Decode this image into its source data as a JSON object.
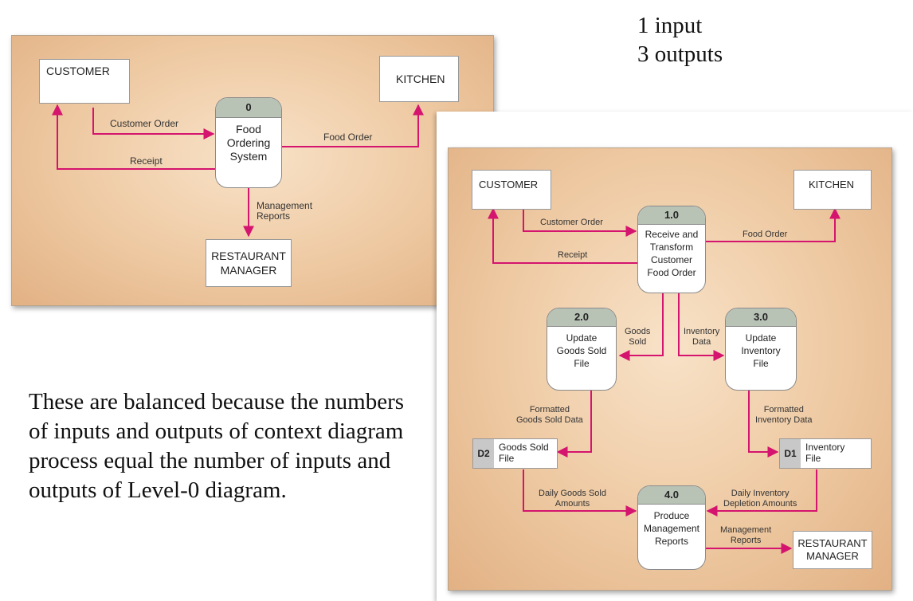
{
  "note": {
    "line1": "1 input",
    "line2": "3 outputs"
  },
  "caption": {
    "line1": "These are balanced because the numbers",
    "line2": "of inputs and outputs of context diagram",
    "line3": "process equal the number of inputs and",
    "line4": "outputs of Level-0 diagram."
  },
  "context": {
    "customer": "CUSTOMER",
    "kitchen": "KITCHEN",
    "manager": "RESTAURANT\nMANAGER",
    "process_id": "0",
    "process_name": "Food\nOrdering\nSystem",
    "flow_customer_order": "Customer Order",
    "flow_receipt": "Receipt",
    "flow_food_order": "Food Order",
    "flow_mgmt_reports": "Management\nReports"
  },
  "level0": {
    "customer": "CUSTOMER",
    "kitchen": "KITCHEN",
    "manager": "RESTAURANT\nMANAGER",
    "p1_id": "1.0",
    "p1_name": "Receive and\nTransform\nCustomer\nFood Order",
    "p2_id": "2.0",
    "p2_name": "Update\nGoods Sold\nFile",
    "p3_id": "3.0",
    "p3_name": "Update\nInventory\nFile",
    "p4_id": "4.0",
    "p4_name": "Produce\nManagement\nReports",
    "d2_id": "D2",
    "d2_name": "Goods Sold\nFile",
    "d1_id": "D1",
    "d1_name": "Inventory\nFile",
    "flow_customer_order": "Customer Order",
    "flow_receipt": "Receipt",
    "flow_food_order": "Food Order",
    "flow_goods_sold": "Goods\nSold",
    "flow_inventory_data": "Inventory\nData",
    "flow_formatted_goods": "Formatted\nGoods Sold Data",
    "flow_formatted_inventory": "Formatted\nInventory Data",
    "flow_daily_goods": "Daily Goods Sold\nAmounts",
    "flow_daily_inventory": "Daily Inventory\nDepletion Amounts",
    "flow_mgmt_reports": "Management\nReports"
  },
  "colors": {
    "flow_arrow": "#d4146e",
    "process_header": "#b8c3b6",
    "panel_bg": "#eec9a2"
  }
}
